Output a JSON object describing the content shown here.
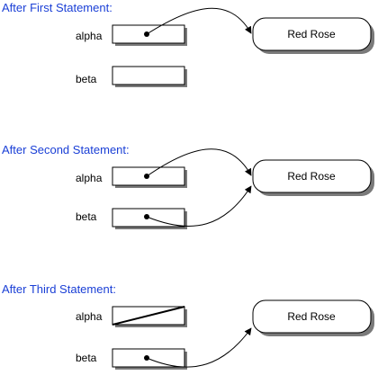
{
  "colors": {
    "heading": "#1a3fd6",
    "stroke": "#000000",
    "shadow": "#7a7a7a",
    "fill": "#ffffff"
  },
  "panels": [
    {
      "heading": "After First Statement:",
      "object_label": "Red Rose",
      "variables": [
        {
          "name": "alpha",
          "state": "points-to-object"
        },
        {
          "name": "beta",
          "state": "empty"
        }
      ]
    },
    {
      "heading": "After Second Statement:",
      "object_label": "Red Rose",
      "variables": [
        {
          "name": "alpha",
          "state": "points-to-object"
        },
        {
          "name": "beta",
          "state": "points-to-object"
        }
      ]
    },
    {
      "heading": "After Third Statement:",
      "object_label": "Red Rose",
      "variables": [
        {
          "name": "alpha",
          "state": "null"
        },
        {
          "name": "beta",
          "state": "points-to-object"
        }
      ]
    }
  ]
}
